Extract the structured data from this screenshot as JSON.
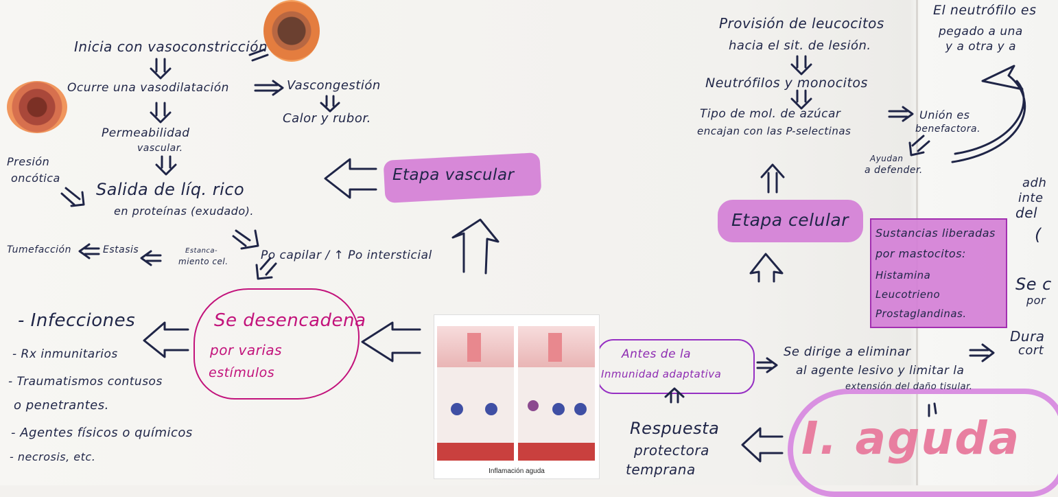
{
  "notes": {
    "inicia": "Inicia con vasoconstricción",
    "ocurre": "Ocurre una vasodilatación",
    "vascongestion": "Vascongestión",
    "calor": "Calor y rubor.",
    "permeabilidad_1": "Permeabilidad",
    "permeabilidad_2": "vascular.",
    "presion_1": "Presión",
    "presion_2": "oncótica",
    "salida_1": "Salida de líq. rico",
    "salida_2": "en proteínas (exudado).",
    "tumefaccion": "Tumefacción",
    "estasis": "Estasis",
    "estancamiento_1": "Estanca-",
    "estancamiento_2": "miento cel.",
    "presion_capilar": "Po capilar / ↑ Po intersticial",
    "etapa_vascular": "Etapa vascular",
    "se_desencadena_1": "Se desencadena",
    "se_desencadena_2": "por varias",
    "se_desencadena_3": "estímulos",
    "list": [
      "- Infecciones",
      "- Rx inmunitarios",
      "- Traumatismos contusos",
      "  o penetrantes.",
      "- Agentes físicos o químicos",
      "- necrosis, etc."
    ],
    "figure_caption": "Inflamación aguda",
    "provision_1": "Provisión de leucocitos",
    "provision_2": "hacia el sit. de lesión.",
    "neutrofilos": "Neutrófilos y monocitos",
    "tipo_1": "Tipo de mol. de azúcar",
    "tipo_2": "encajan con las P-selectinas",
    "union_1": "Unión es",
    "union_2": "benefactora.",
    "ayudan_1": "Ayudan",
    "ayudan_2": "a defender.",
    "neutrofilo_1": "El neutrófilo es",
    "neutrofilo_2": "pegado a una",
    "neutrofilo_3": "y a otra y a",
    "etapa_celular": "Etapa celular",
    "sustancias": [
      "Sustancias liberadas",
      "por mastocitos:",
      "Histamina",
      "Leucotrieno",
      "Prostaglandinas."
    ],
    "antes_1": "Antes de la",
    "antes_2": "Inmunidad adaptativa",
    "se_dirige_1": "Se dirige a eliminar",
    "se_dirige_2": "al agente lesivo y limitar la",
    "se_dirige_3": "extensión del daño tisular.",
    "respuesta_1": "Respuesta",
    "respuesta_2": "protectora",
    "respuesta_3": "temprana",
    "i_aguda": "I. aguda",
    "edge_1": "adh",
    "edge_2": "inte",
    "edge_3": "del",
    "edge_4": "(",
    "edge_5": "Se c",
    "edge_6": "por",
    "edge_7": "Dura",
    "edge_8": "cort"
  },
  "colors": {
    "ink": "#1f2547",
    "highlight": "#d47fd6",
    "pink_ink": "#c2127b",
    "box_border": "#a22fb0"
  }
}
